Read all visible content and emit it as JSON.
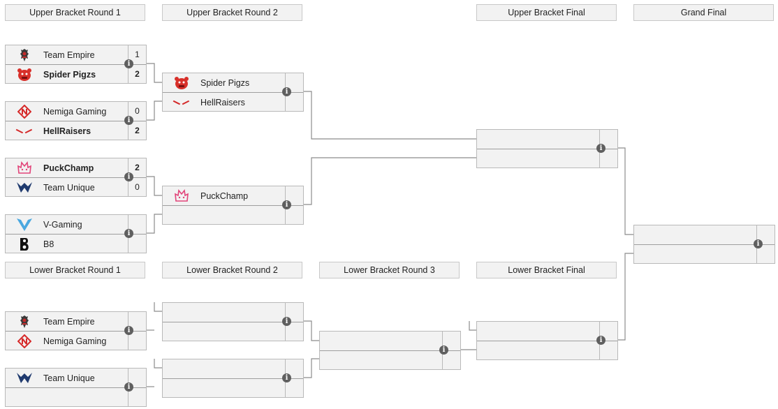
{
  "headers": {
    "ub_r1": "Upper Bracket Round 1",
    "ub_r2": "Upper Bracket Round 2",
    "ub_final": "Upper Bracket Final",
    "grand_final": "Grand Final",
    "lb_r1": "Lower Bracket Round 1",
    "lb_r2": "Lower Bracket Round 2",
    "lb_r3": "Lower Bracket Round 3",
    "lb_final": "Lower Bracket Final"
  },
  "info_glyph": "i",
  "upper": {
    "r1": [
      {
        "t1": {
          "name": "Team Empire",
          "score": "1",
          "logo": "empire-logo"
        },
        "t2": {
          "name": "Spider Pigzs",
          "score": "2",
          "logo": "spider-pigzs-logo"
        }
      },
      {
        "t1": {
          "name": "Nemiga Gaming",
          "score": "0",
          "logo": "nemiga-logo"
        },
        "t2": {
          "name": "HellRaisers",
          "score": "2",
          "logo": "hellraisers-logo"
        }
      },
      {
        "t1": {
          "name": "PuckChamp",
          "score": "2",
          "logo": "puckchamp-logo"
        },
        "t2": {
          "name": "Team Unique",
          "score": "0",
          "logo": "team-unique-logo"
        }
      },
      {
        "t1": {
          "name": "V-Gaming",
          "score": "",
          "logo": "v-gaming-logo"
        },
        "t2": {
          "name": "B8",
          "score": "",
          "logo": "b8-logo"
        }
      }
    ],
    "r2": [
      {
        "t1": {
          "name": "Spider Pigzs"
        },
        "t2": {
          "name": "HellRaisers"
        }
      },
      {
        "t1": {
          "name": "PuckChamp"
        },
        "t2": {
          "name": ""
        }
      }
    ]
  },
  "lower": {
    "r1": [
      {
        "t1": {
          "name": "Team Empire",
          "logo": "empire-logo"
        },
        "t2": {
          "name": "Nemiga Gaming",
          "logo": "nemiga-logo"
        }
      },
      {
        "t1": {
          "name": "Team Unique",
          "logo": "team-unique-logo"
        },
        "t2": {
          "name": ""
        }
      }
    ]
  },
  "colors": {
    "header_bg": "#f2f2f2",
    "match_bg": "#f2f2f2",
    "connector": "#8c8c8c",
    "info_bg": "#5f5f5f"
  }
}
